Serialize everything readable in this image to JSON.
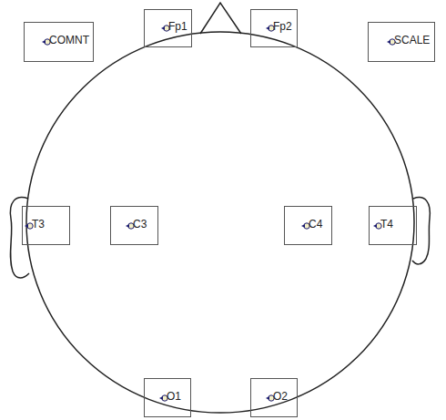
{
  "diagram": {
    "nodes": [
      {
        "text": [
          "COMNT"
        ]
      },
      {
        "text": [
          "Fp1"
        ]
      },
      {
        "text": [
          "Fp2"
        ]
      },
      {
        "text": [
          "SCALE"
        ]
      },
      {
        "text": [
          "T3"
        ]
      },
      {
        "text": [
          "C3"
        ]
      },
      {
        "text": [
          "C4"
        ]
      },
      {
        "text": [
          "T4"
        ]
      },
      {
        "text": [
          "O1"
        ]
      },
      {
        "text": [
          "O2"
        ]
      }
    ]
  }
}
